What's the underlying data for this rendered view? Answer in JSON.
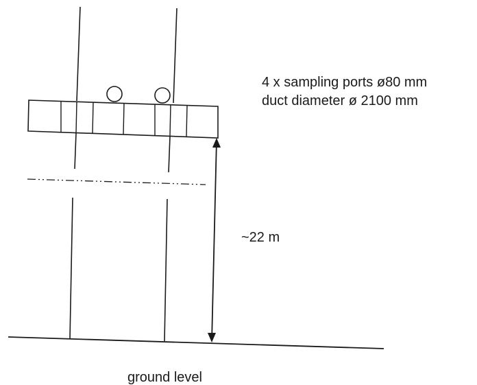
{
  "diagram": {
    "labels": {
      "sampling_ports": "4 x sampling ports ø80 mm",
      "duct_diameter": "duct diameter ø 2100 mm",
      "height": "~22 m",
      "ground": "ground level"
    }
  }
}
